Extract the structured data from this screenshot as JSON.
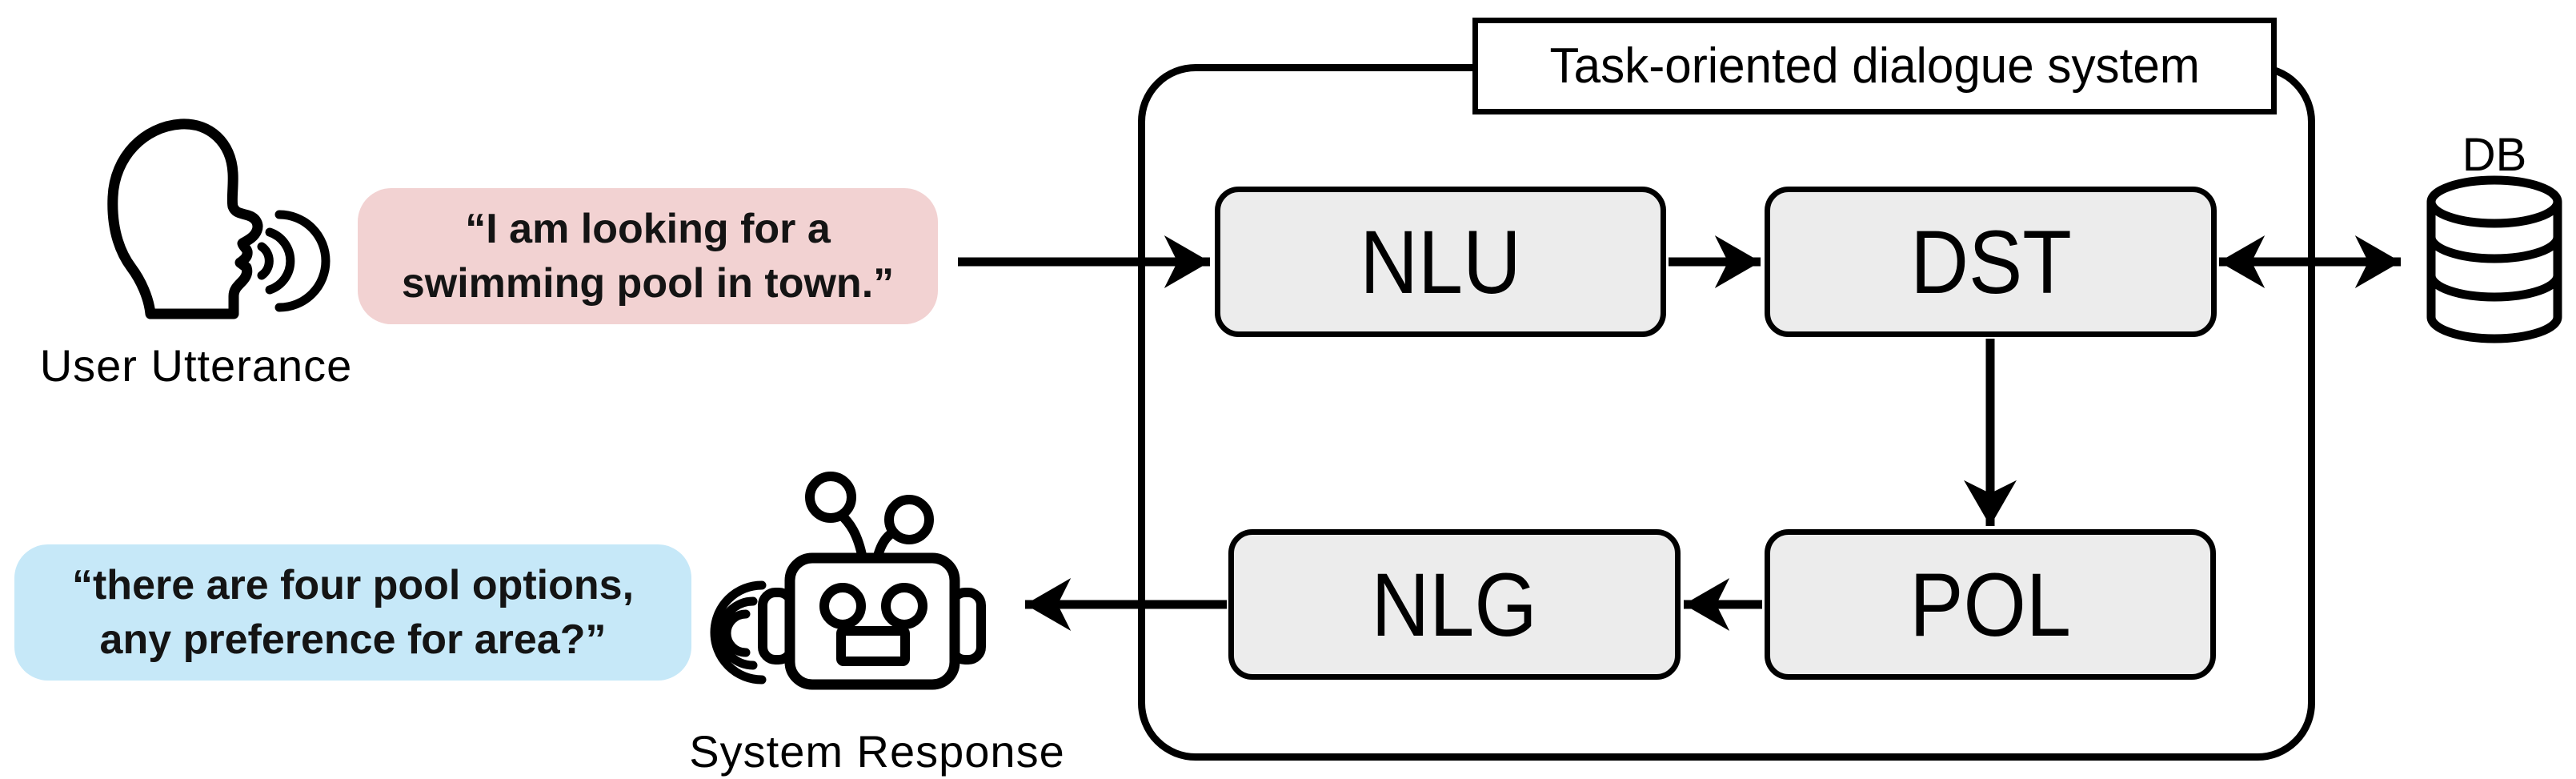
{
  "title": "Task-oriented dialogue system",
  "user": {
    "label": "User Utterance",
    "bubble_line1": "“I am looking for a",
    "bubble_line2": "swimming pool in town.”"
  },
  "system": {
    "label": "System Response",
    "bubble_line1": "“there are four pool options,",
    "bubble_line2": "any preference for area?”"
  },
  "boxes": {
    "nlu": "NLU",
    "dst": "DST",
    "pol": "POL",
    "nlg": "NLG"
  },
  "db_label": "DB",
  "icons": {
    "user": "speaking-head-icon",
    "system": "robot-icon",
    "database": "database-cylinder-icon",
    "sound_waves": "sound-waves-icon"
  },
  "arrows": [
    {
      "from": "user-utterance",
      "to": "NLU",
      "direction": "right"
    },
    {
      "from": "NLU",
      "to": "DST",
      "direction": "right"
    },
    {
      "from": "DST",
      "to": "DB",
      "direction": "both"
    },
    {
      "from": "DST",
      "to": "POL",
      "direction": "down"
    },
    {
      "from": "POL",
      "to": "NLG",
      "direction": "left"
    },
    {
      "from": "NLG",
      "to": "system-response",
      "direction": "left"
    }
  ],
  "colors": {
    "user_bubble": "#f2d2d2",
    "system_bubble": "#c6e8f8",
    "module_fill": "#ececec",
    "stroke": "#000000",
    "background": "#ffffff"
  }
}
